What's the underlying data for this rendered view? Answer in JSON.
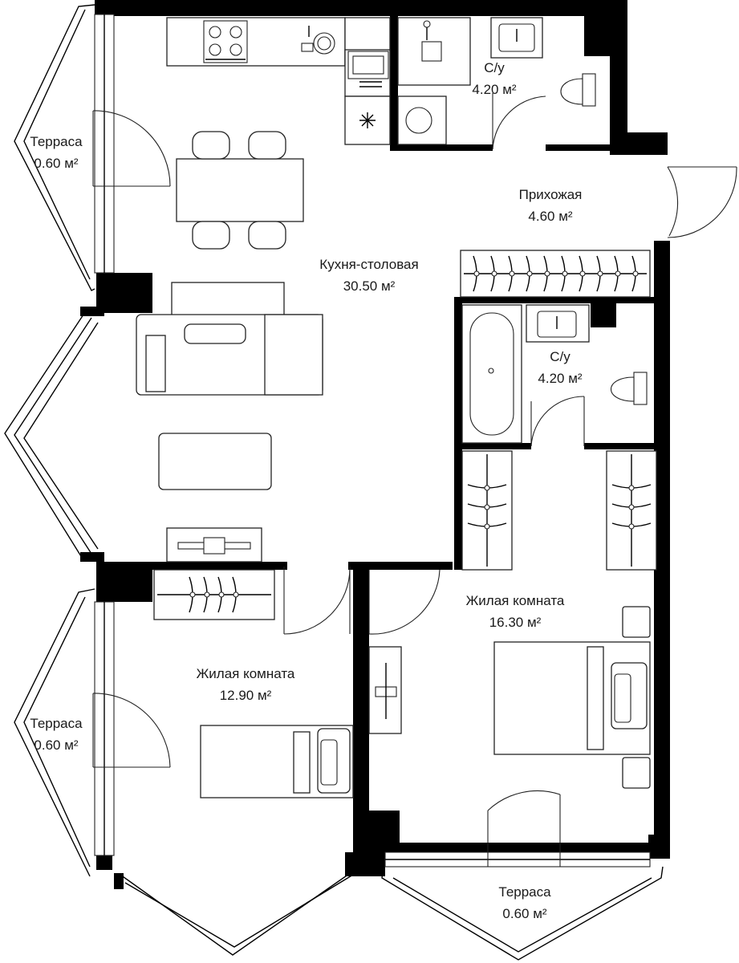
{
  "rooms": {
    "kitchen": {
      "name": "Кухня-столовая",
      "area": "30.50 м²"
    },
    "hall": {
      "name": "Прихожая",
      "area": "4.60 м²"
    },
    "bath_top": {
      "name": "С/у",
      "area": "4.20 м²"
    },
    "bath_mid": {
      "name": "С/у",
      "area": "4.20 м²"
    },
    "bedroom_left": {
      "name": "Жилая комната",
      "area": "12.90 м²"
    },
    "bedroom_right": {
      "name": "Жилая комната",
      "area": "16.30 м²"
    },
    "terrace_top": {
      "name": "Терраса",
      "area": "0.60 м²"
    },
    "terrace_left": {
      "name": "Терраса",
      "area": "0.60 м²"
    },
    "terrace_bottom": {
      "name": "Терраса",
      "area": "0.60 м²"
    }
  },
  "icons": [
    "stove-icon",
    "dishwasher-icon",
    "sink-icon",
    "fridge-icon",
    "washer-icon",
    "toilet-icon",
    "bathtub-icon",
    "shower-icon",
    "bed-icon",
    "sofa-icon",
    "wardrobe-icon",
    "table-icon",
    "chair-icon",
    "door-icon"
  ]
}
